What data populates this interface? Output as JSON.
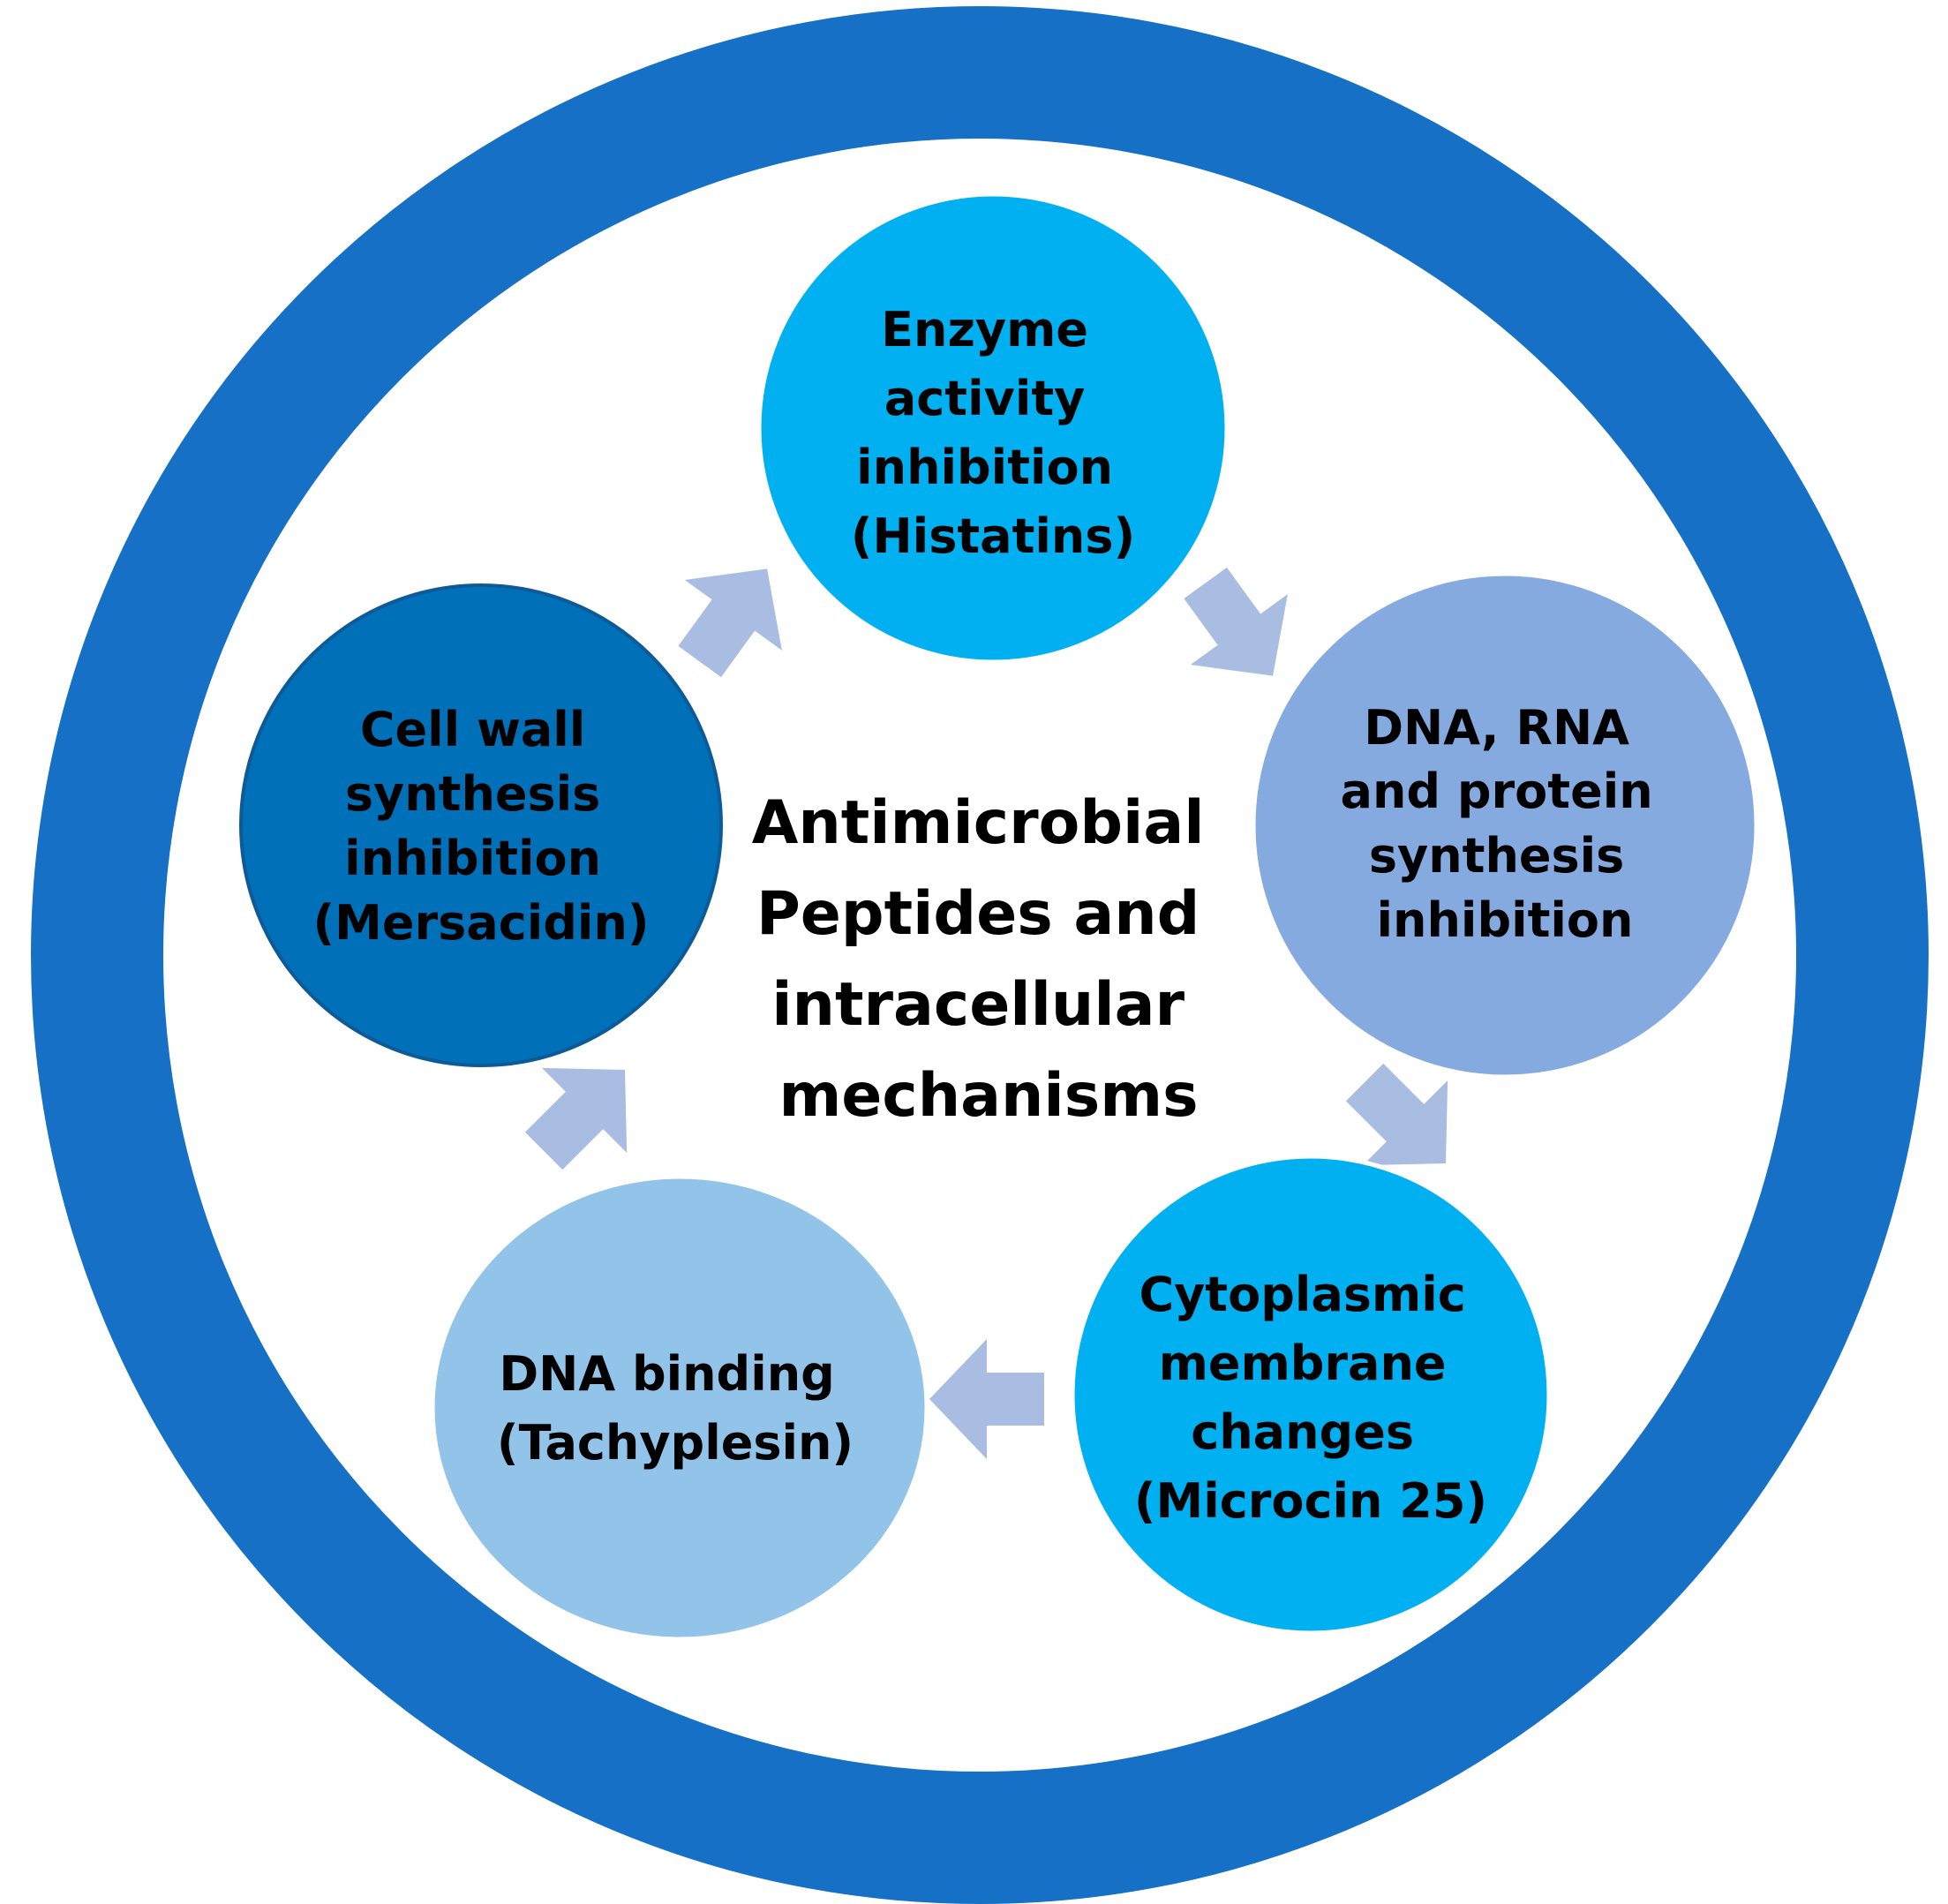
{
  "diagram": {
    "center": {
      "lines": [
        "Antimicrobial",
        "Peptides and",
        "intracellular",
        "mechanisms"
      ]
    },
    "nodes": [
      {
        "id": "enzyme",
        "lines": [
          "Enzyme",
          "activity",
          "inhibition",
          "(Histatins)"
        ],
        "color": "#00B0F0"
      },
      {
        "id": "dna-rna-protein",
        "lines": [
          "DNA, RNA",
          "and protein",
          "synthesis",
          "inhibition"
        ],
        "color": "#85AADF"
      },
      {
        "id": "cytoplasmic",
        "lines": [
          "Cytoplasmic",
          "membrane",
          "changes",
          "(Microcin 25)"
        ],
        "color": "#00B0F0"
      },
      {
        "id": "dna-binding",
        "lines": [
          "DNA binding",
          "(Tachyplesin)"
        ],
        "color": "#92C4E9"
      },
      {
        "id": "cell-wall",
        "lines": [
          "Cell wall",
          "synthesis",
          "inhibition",
          "(Mersacidin)"
        ],
        "color": "#0070B8"
      }
    ],
    "colors": {
      "outer_ring": "#1570C6",
      "arrow": "#A9BDE2",
      "background": "#FFFFFF"
    }
  }
}
